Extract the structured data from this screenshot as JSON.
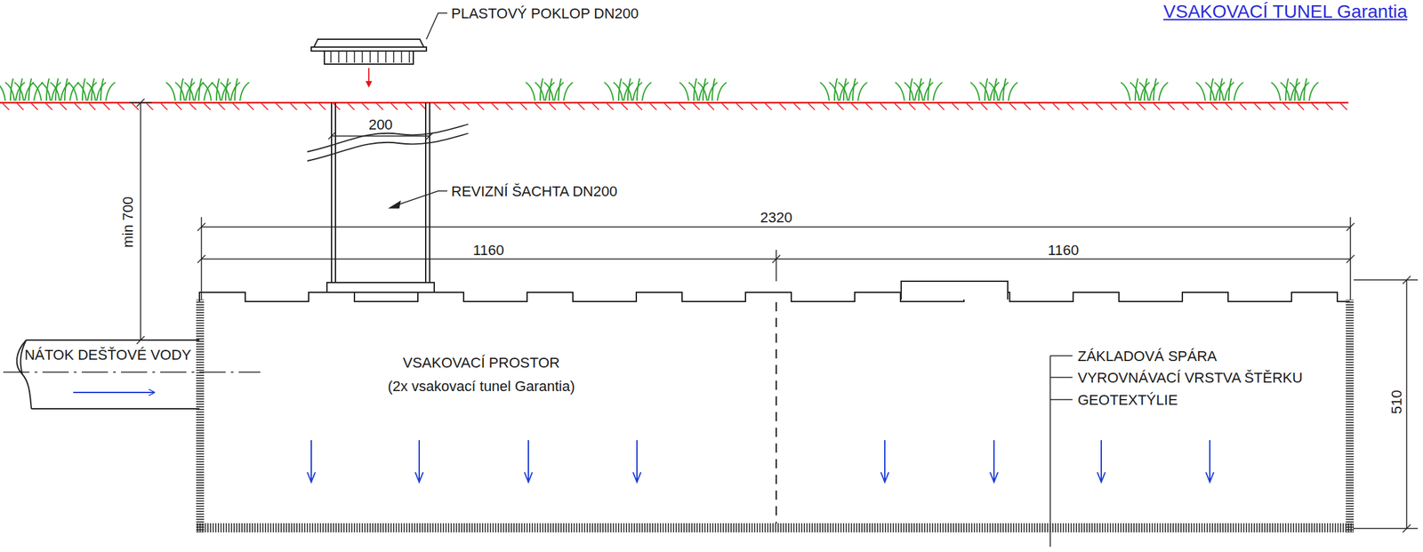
{
  "diagram": {
    "title": "VSAKOVACÍ TUNEL Garantia",
    "nodes": [
      {
        "text": [
          "VSAKOVACÍ PROSTOR",
          "(2x vsakovací tunel Garantia)"
        ]
      },
      {
        "text": [
          "NÁTOK DEŠŤOVÉ VODY"
        ]
      }
    ],
    "labels": [
      "PLASTOVÝ POKLOP DN200",
      "200",
      "REVIZNÍ ŠACHTA DN200",
      "min 700",
      "2320",
      "1160",
      "1160",
      "510",
      "ZÁKLADOVÁ SPÁRA",
      "VYROVNÁVACÍ VRSTVA ŠTĚRKU",
      "GEOTEXTÝLIE"
    ]
  }
}
